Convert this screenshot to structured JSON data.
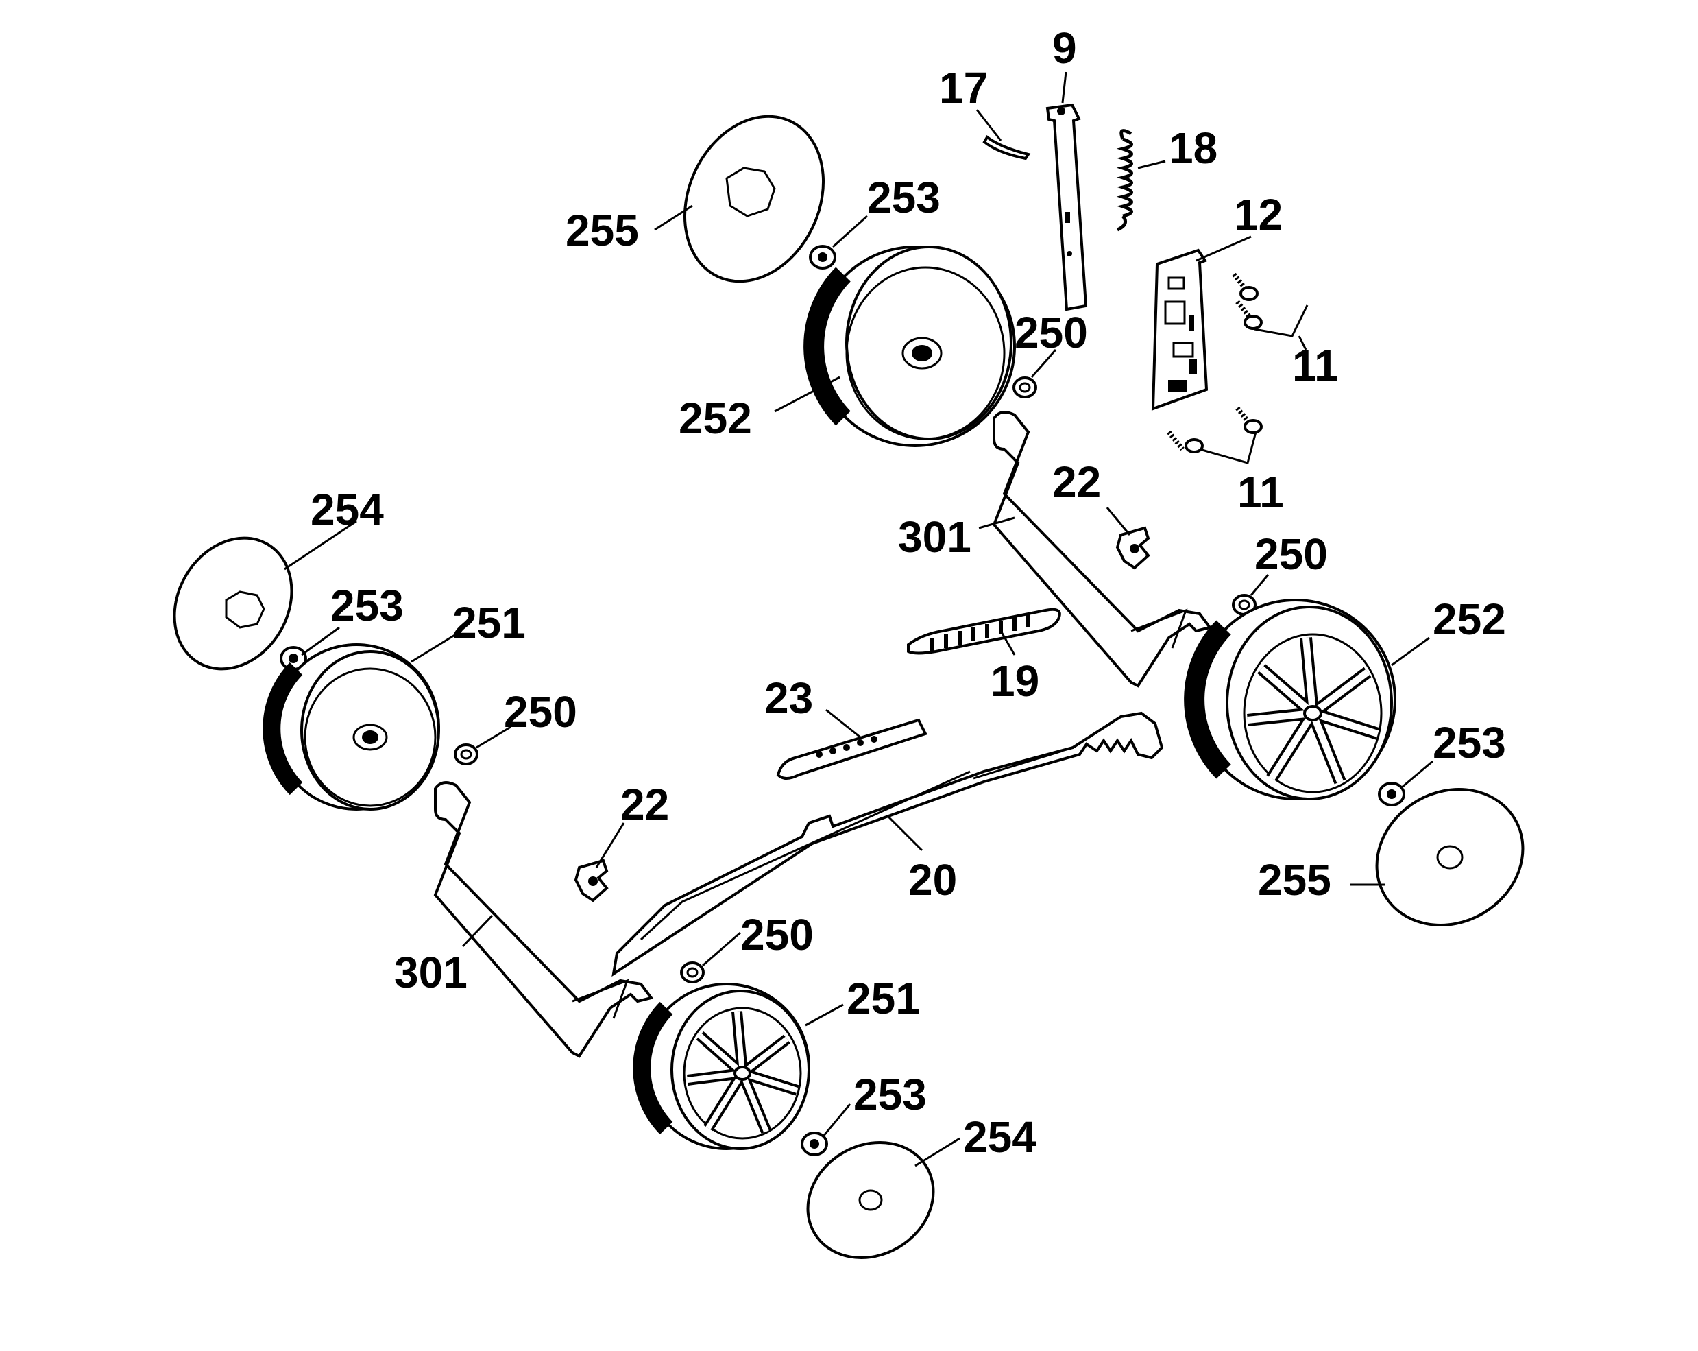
{
  "diagram": {
    "labels": {
      "p9": "9",
      "p17": "17",
      "p18": "18",
      "p12": "12",
      "p11a": "11",
      "p11b": "11",
      "p255a": "255",
      "p253a": "253",
      "p250a": "250",
      "p252a": "252",
      "p22a": "22",
      "p301a": "301",
      "p250b": "250",
      "p254a": "254",
      "p253b": "253",
      "p251a": "251",
      "p250c": "250",
      "p19": "19",
      "p252b": "252",
      "p23": "23",
      "p253c": "253",
      "p22b": "22",
      "p255b": "255",
      "p20": "20",
      "p301b": "301",
      "p250d": "250",
      "p251b": "251",
      "p253d": "253",
      "p254b": "254"
    }
  }
}
